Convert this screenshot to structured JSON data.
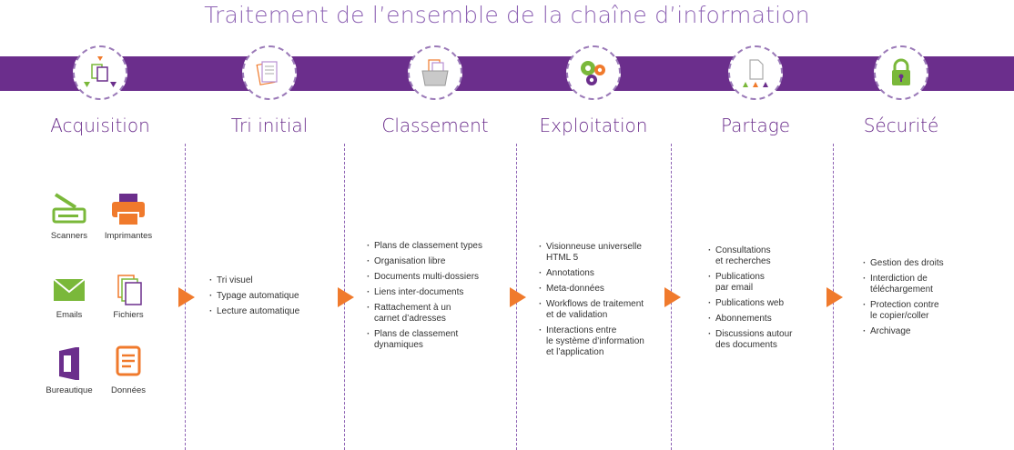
{
  "title": "Traitement de l’ensemble de la chaîne d’information",
  "colors": {
    "accent": "#6b2e8c",
    "arrow": "#f07a2c",
    "green": "#7ab83a",
    "title": "#8e63b4"
  },
  "stages": [
    {
      "name": "Acquisition",
      "icon": "documents-icon"
    },
    {
      "name": "Tri initial",
      "icon": "documents-stack-icon"
    },
    {
      "name": "Classement",
      "icon": "folder-icon"
    },
    {
      "name": "Exploitation",
      "icon": "gears-icon"
    },
    {
      "name": "Partage",
      "icon": "share-document-icon"
    },
    {
      "name": "Sécurité",
      "icon": "padlock-icon"
    }
  ],
  "acquisition_items": [
    {
      "label": "Scanners",
      "icon": "scanner-icon"
    },
    {
      "label": "Imprimantes",
      "icon": "printer-icon"
    },
    {
      "label": "Emails",
      "icon": "email-icon"
    },
    {
      "label": "Fichiers",
      "icon": "files-icon"
    },
    {
      "label": "Bureautique",
      "icon": "office-icon"
    },
    {
      "label": "Données",
      "icon": "data-icon"
    }
  ],
  "lists": {
    "tri_initial": [
      "Tri visuel",
      "Typage automatique",
      "Lecture automatique"
    ],
    "classement": [
      "Plans de classement types",
      "Organisation libre",
      "Documents multi-dossiers",
      "Liens inter-documents",
      "Rattachement à un\ncarnet d’adresses",
      "Plans de classement\ndynamiques"
    ],
    "exploitation": [
      "Visionneuse universelle\nHTML 5",
      "Annotations",
      "Meta-données",
      "Workflows de traitement\net de validation",
      "Interactions entre\nle système d’information\net l’application"
    ],
    "partage": [
      "Consultations\net recherches",
      "Publications\npar email",
      "Publications web",
      "Abonnements",
      "Discussions autour\ndes documents"
    ],
    "securite": [
      "Gestion des droits",
      "Interdiction de\ntéléchargement",
      "Protection contre\nle copier/coller",
      "Archivage"
    ]
  }
}
